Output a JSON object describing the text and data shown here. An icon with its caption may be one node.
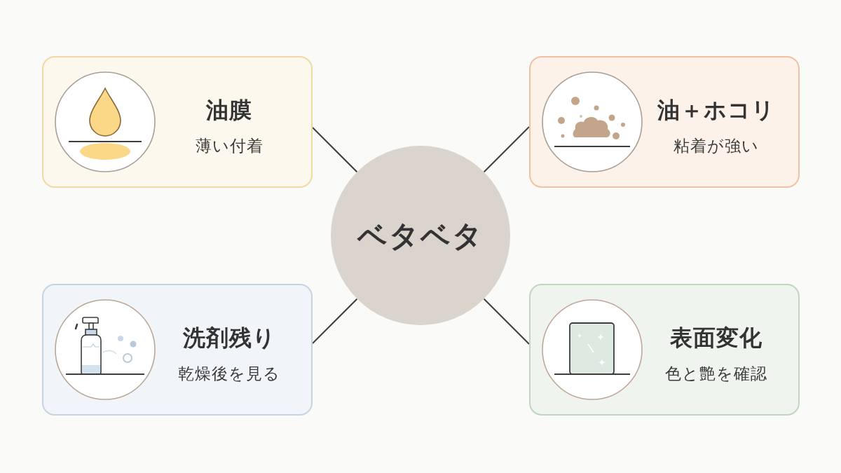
{
  "diagram": {
    "nodes": [
      {
        "text": [
          "油膜",
          "薄い付着"
        ]
      },
      {
        "text": [
          "油＋ホコリ",
          "粘着が強い"
        ]
      },
      {
        "text": [
          "ベタベタ"
        ]
      },
      {
        "text": [
          "洗剤残り",
          "乾燥後を見る"
        ]
      },
      {
        "text": [
          "表面変化",
          "色と艶を確認"
        ]
      }
    ],
    "edges": [
      {
        "from": 2,
        "to": 0,
        "arrow": "none"
      },
      {
        "from": 2,
        "to": 1,
        "arrow": "none"
      },
      {
        "from": 2,
        "to": 3,
        "arrow": "none"
      },
      {
        "from": 2,
        "to": 4,
        "arrow": "none"
      }
    ]
  }
}
